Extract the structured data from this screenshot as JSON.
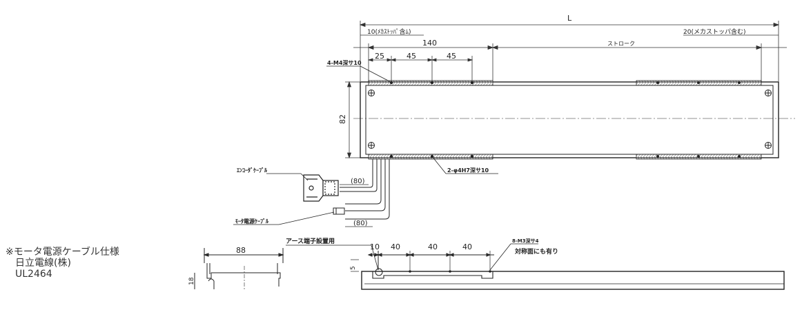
{
  "dimensions": {
    "overall_length": "L",
    "left_margin": "10(ﾒｶｽﾄｯﾊﾟ含ﾑ)",
    "right_margin": "20(メカストッパ含む)",
    "carriage_length": "140",
    "hole_offset": "25",
    "hole_pitch_1": "45",
    "hole_pitch_2": "45",
    "stroke": "ストローク",
    "width": "82",
    "cable_len_1": "(80)",
    "cable_len_2": "(80)",
    "bottom_width": "88",
    "bottom_height": "18",
    "bottom_dim_1": "10",
    "bottom_dim_2": "40",
    "bottom_dim_3": "40",
    "bottom_dim_4": "40",
    "bottom_small": "5"
  },
  "labels": {
    "top_holes": "4-M4深サ10",
    "pin_holes": "2-φ4H7深サ10",
    "encoder_cable": "ｴﾝｺｰﾀﾞｹｰﾌﾞﾙ",
    "motor_cable": "ﾓｰﾀ電源ｹｰﾌﾞﾙ",
    "ground_terminal": "アース端子設置用",
    "m3_holes": "8-M3深サ4",
    "opposite_side": "対称面にも有り"
  },
  "note": {
    "line1": "※モータ電源ケーブル仕様",
    "line2": "日立電線(株)",
    "line3": "UL2464"
  },
  "colors": {
    "line": "#222222",
    "dim": "#333333",
    "hatch": "#9a9a9a"
  }
}
